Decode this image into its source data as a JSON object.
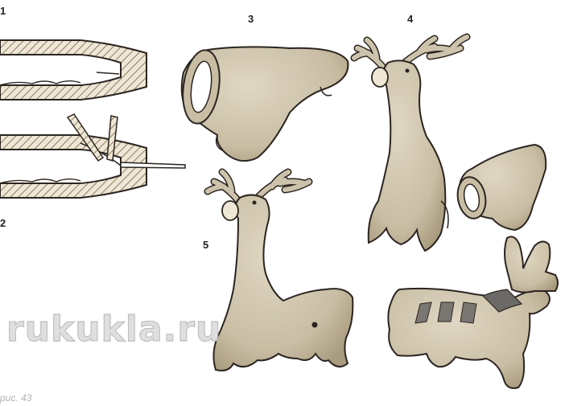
{
  "figure": {
    "step_labels": [
      "1",
      "2",
      "3",
      "4",
      "5"
    ],
    "watermark": "rukukla.ru",
    "caption": "рис. 43"
  },
  "colors": {
    "clay": "#cdc2ab",
    "clay_shadow": "#a89b80",
    "outline": "#2b2520",
    "hatch": "#8c7b62",
    "collar": "#6c6a66"
  },
  "icons": {
    "tool": "knife-icon",
    "reference": "stack-icon"
  }
}
